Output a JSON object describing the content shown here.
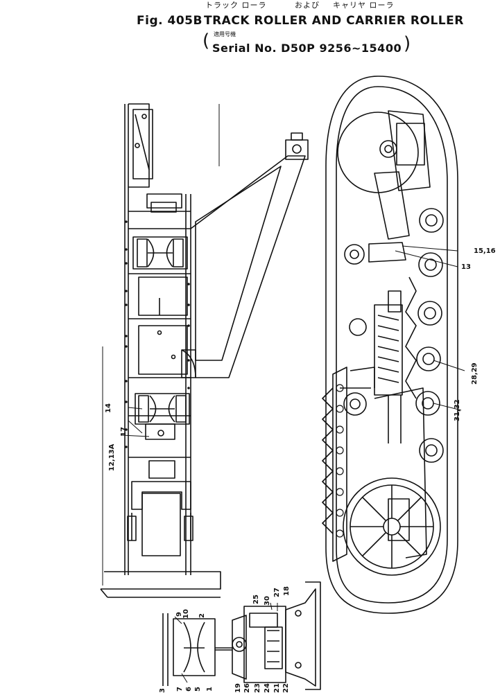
{
  "header": {
    "fig_label": "Fig. 405B",
    "title": "TRACK ROLLER AND CARRIER ROLLER",
    "kana_track_roller": "トラック ローラ",
    "kana_and": "および",
    "kana_carrier_roller": "キャリヤ ローラ",
    "applicable_label": "適用号機",
    "serial_open": "(",
    "serial": "Serial No. D50P 9256~15400",
    "serial_close": ")"
  },
  "callouts": {
    "c15_16": "15,16",
    "c13": "13",
    "c28_29": "28,29",
    "c31_32": "31,32",
    "c14": "14",
    "c17": "17",
    "c12_13a": "12,13A",
    "c25": "25",
    "c30": "30",
    "c27": "27",
    "c18": "18",
    "c9": "9",
    "c10": "10",
    "c2": "2",
    "c3": "3",
    "c7": "7",
    "c6": "6",
    "c5": "5",
    "c1": "1",
    "c19": "19",
    "c26": "26",
    "c23": "23",
    "c24": "24",
    "c21": "21",
    "c22": "22"
  },
  "colors": {
    "ink": "#111111",
    "paper": "#ffffff"
  }
}
